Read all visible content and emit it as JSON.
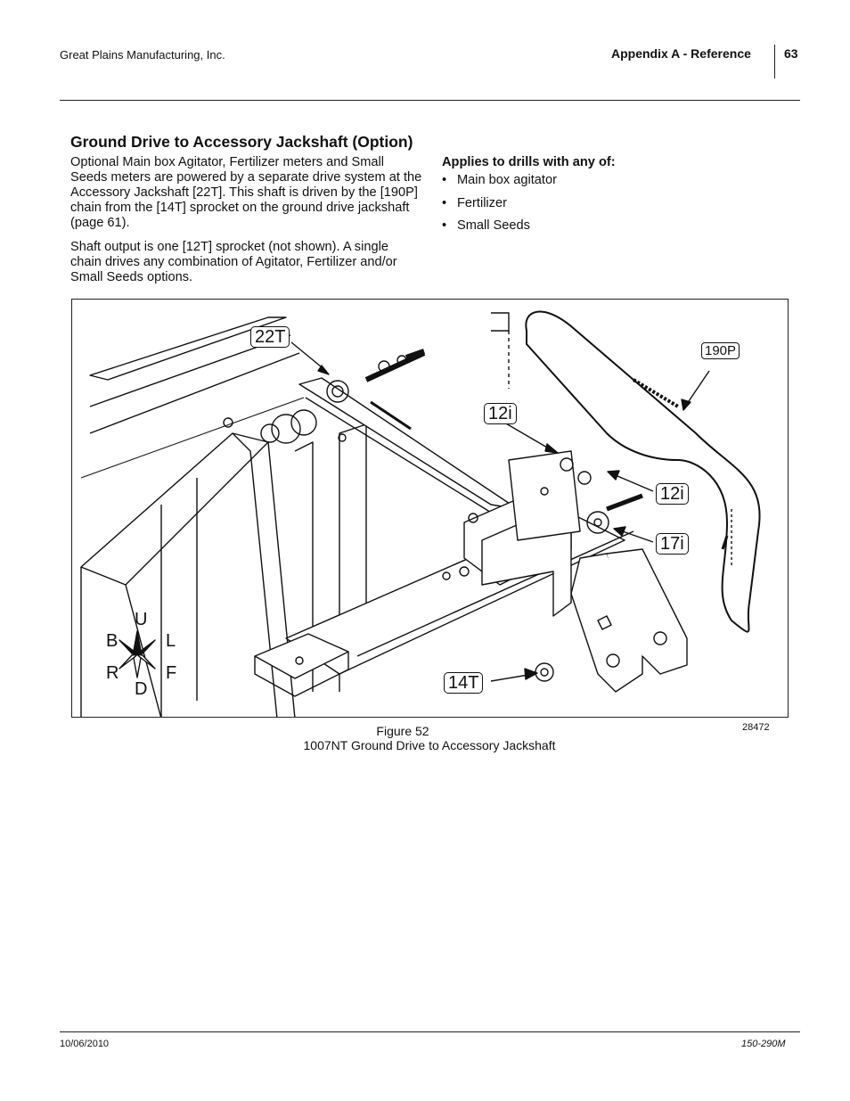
{
  "header": {
    "company": "Great Plains Manufacturing, Inc.",
    "section": "Appendix A - Reference",
    "page": "63"
  },
  "section_title": "Ground Drive to Accessory Jackshaft (Option)",
  "paragraphs": [
    "Optional Main box Agitator, Fertilizer meters and Small Seeds meters are powered by a separate drive system at the Accessory Jackshaft [22T]. This shaft is driven by the [190P] chain from the [14T] sprocket on the ground drive jackshaft (page 61).",
    "Shaft output is one [12T] sprocket (not shown). A single chain drives any combination of Agitator, Fertilizer and/or Small Seeds options."
  ],
  "applies_heading": "Applies to drills with any of:",
  "applies_items": [
    "Main box agitator",
    "Fertilizer",
    "Small Seeds"
  ],
  "figure": {
    "callouts": {
      "c22t": "22T",
      "c190p": "190P",
      "c12i_top": "12i",
      "c12i_right": "12i",
      "c17i": "17i",
      "c14t": "14T"
    },
    "directions": {
      "up": "U",
      "down": "D",
      "back": "B",
      "left": "L",
      "rear": "R",
      "front": "F"
    },
    "caption_number": "Figure 52",
    "caption_title": "1007NT Ground Drive to Accessory Jackshaft",
    "figure_id": "28472"
  },
  "footer": {
    "date": "10/06/2010",
    "doc_number": "150-290M"
  }
}
